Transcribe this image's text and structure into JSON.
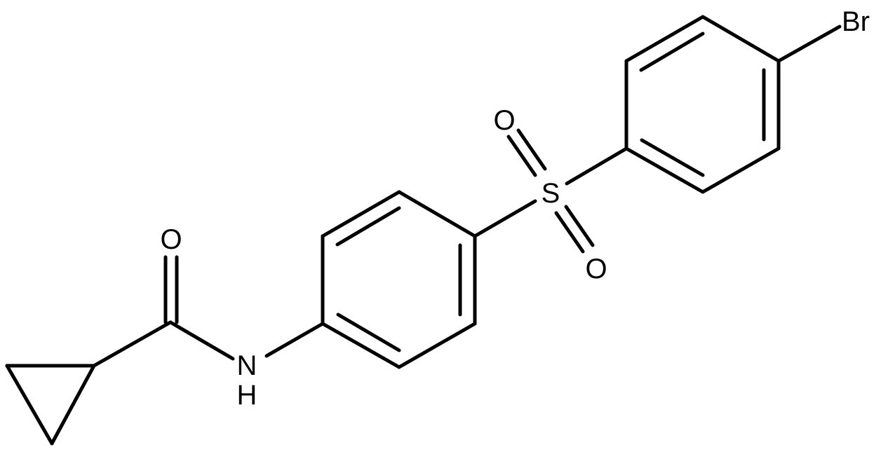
{
  "atoms": {
    "br": "Br",
    "s": "S",
    "o_top": "O",
    "o_bottom": "O",
    "o_carbonyl": "O",
    "n": "N",
    "h": "H"
  },
  "colors": {
    "background": "#ffffff",
    "ink": "#000000"
  }
}
